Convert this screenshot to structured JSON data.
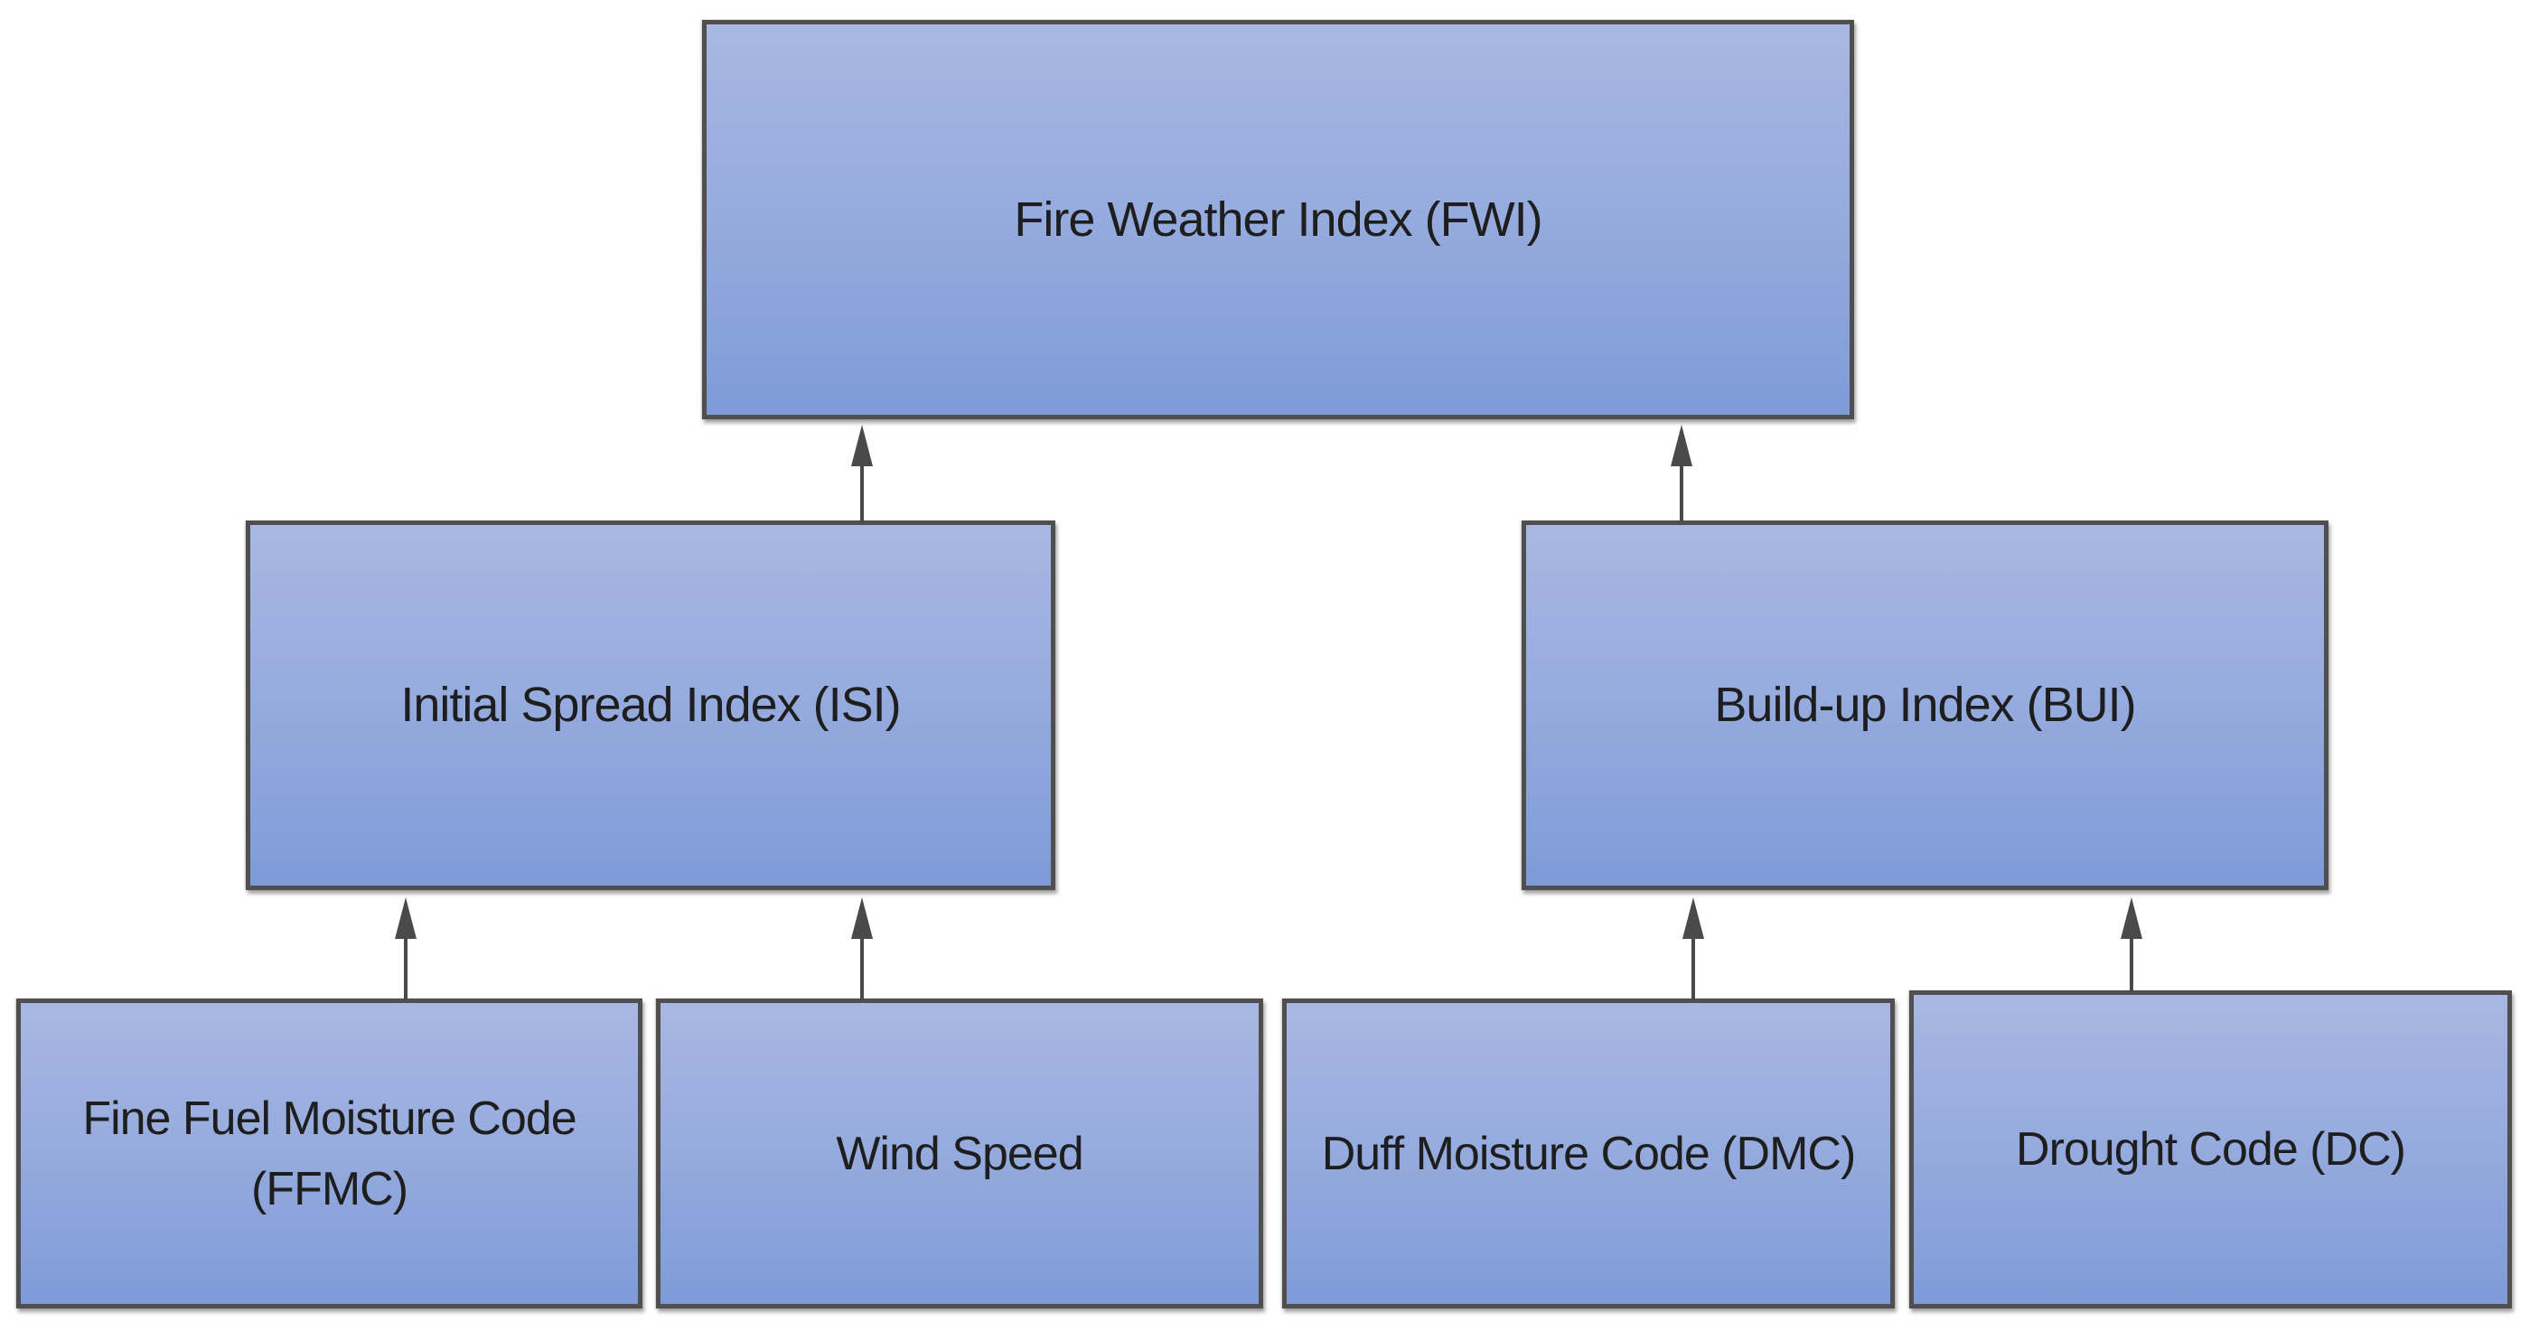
{
  "diagram": {
    "type": "flowchart",
    "description": "Fire Weather Index (FWI) system component hierarchy with upward arrows",
    "nodes": {
      "fwi": {
        "label": "Fire Weather Index (FWI)"
      },
      "isi": {
        "label": "Initial Spread Index (ISI)"
      },
      "bui": {
        "label": "Build-up Index (BUI)"
      },
      "ffmc": {
        "label": "Fine Fuel Moisture Code (FFMC)"
      },
      "wind": {
        "label": "Wind Speed"
      },
      "dmc": {
        "label": "Duff Moisture Code (DMC)"
      },
      "dc": {
        "label": "Drought Code (DC)"
      }
    },
    "edges": [
      {
        "from": "isi",
        "to": "fwi"
      },
      {
        "from": "bui",
        "to": "fwi"
      },
      {
        "from": "ffmc",
        "to": "isi"
      },
      {
        "from": "wind",
        "to": "isi"
      },
      {
        "from": "dmc",
        "to": "bui"
      },
      {
        "from": "dc",
        "to": "bui"
      }
    ],
    "colors": {
      "background": "#ffffff",
      "box_fill_top": "#a9b7e2",
      "box_fill_mid": "#93a9dd",
      "box_fill_bottom": "#7e9bd8",
      "box_border": "#4f4f4f",
      "arrow": "#4a4a4a",
      "text": "#1e1e1e"
    }
  }
}
